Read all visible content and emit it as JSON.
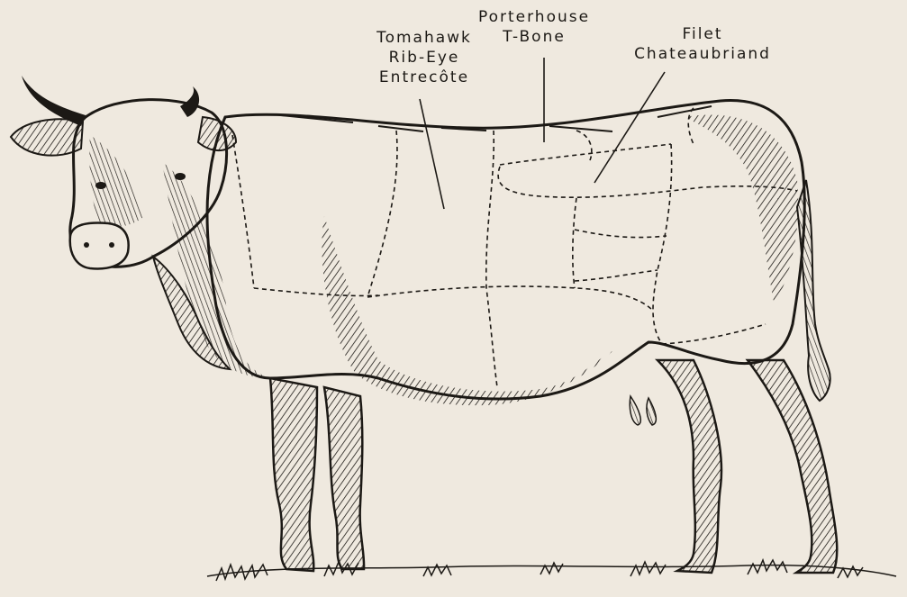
{
  "cuts": {
    "ribeye": {
      "lines": [
        "Tomahawk",
        "Rib-Eye",
        "Entrecôte"
      ]
    },
    "porterhouse": {
      "lines": [
        "Porterhouse",
        "T-Bone"
      ]
    },
    "filet": {
      "lines": [
        "Filet",
        "Chateaubriand"
      ]
    }
  },
  "colors": {
    "background": "#efe9df",
    "ink": "#1c1915"
  },
  "illustration": {
    "subject": "cow-engraving-icon"
  }
}
